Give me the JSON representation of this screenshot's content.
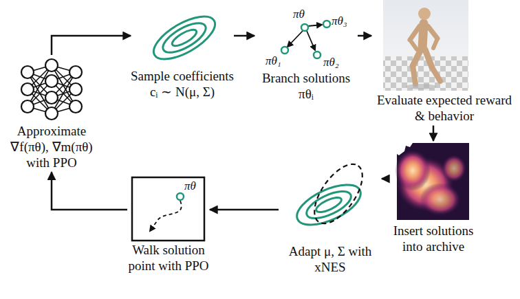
{
  "diagram": {
    "nodes": [
      {
        "text": [
          "Approximate ∇f(πθ), ∇m(πθ) with PPO"
        ]
      },
      {
        "text": [
          "Sample coefficients cᵢ ∼ N(μ, Σ)"
        ]
      },
      {
        "text": [
          "Branch solutions πθᵢ"
        ]
      },
      {
        "text": [
          "Evaluate expected reward & behavior"
        ]
      },
      {
        "text": [
          "Insert solutions into archive"
        ]
      },
      {
        "text": [
          "Adapt μ, Σ with xNES"
        ]
      },
      {
        "text": [
          "Walk solution point with PPO"
        ]
      }
    ],
    "edges": [
      {
        "from": 0,
        "to": 1,
        "arrow": "to"
      },
      {
        "from": 1,
        "to": 2,
        "arrow": "to"
      },
      {
        "from": 2,
        "to": 3,
        "arrow": "to"
      },
      {
        "from": 3,
        "to": 4,
        "arrow": "to"
      },
      {
        "from": 4,
        "to": 5,
        "arrow": "to"
      },
      {
        "from": 5,
        "to": 6,
        "arrow": "to"
      },
      {
        "from": 6,
        "to": 0,
        "arrow": "to"
      }
    ],
    "labels": [
      "πθ",
      "πθ₃",
      "πθ₁",
      "πθ₂",
      "πθ"
    ]
  }
}
